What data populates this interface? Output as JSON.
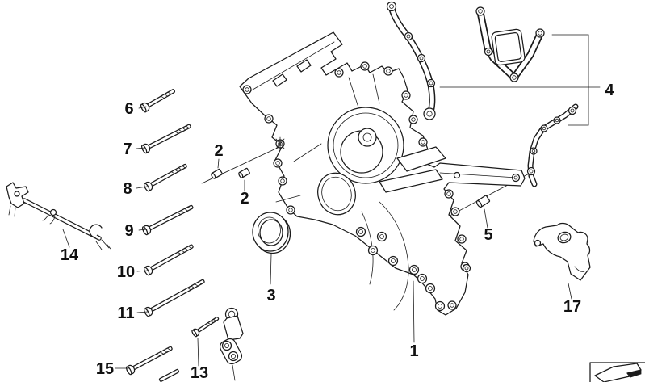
{
  "canvas": {
    "background": "#ffffff",
    "line_color": "#1b1b1b",
    "description": "exploded-parts-line-drawing"
  },
  "callouts": [
    {
      "label": "6"
    },
    {
      "label": "7"
    },
    {
      "label": "8"
    },
    {
      "label": "9"
    },
    {
      "label": "10"
    },
    {
      "label": "11"
    },
    {
      "label": "15"
    },
    {
      "label": "14"
    },
    {
      "label": "2"
    },
    {
      "label": "2"
    },
    {
      "label": "3"
    },
    {
      "label": "13"
    },
    {
      "label": "1"
    },
    {
      "label": "5"
    },
    {
      "label": "17"
    },
    {
      "label": "4"
    }
  ],
  "corner_box": {
    "icon": "direction-arrow-icon"
  }
}
